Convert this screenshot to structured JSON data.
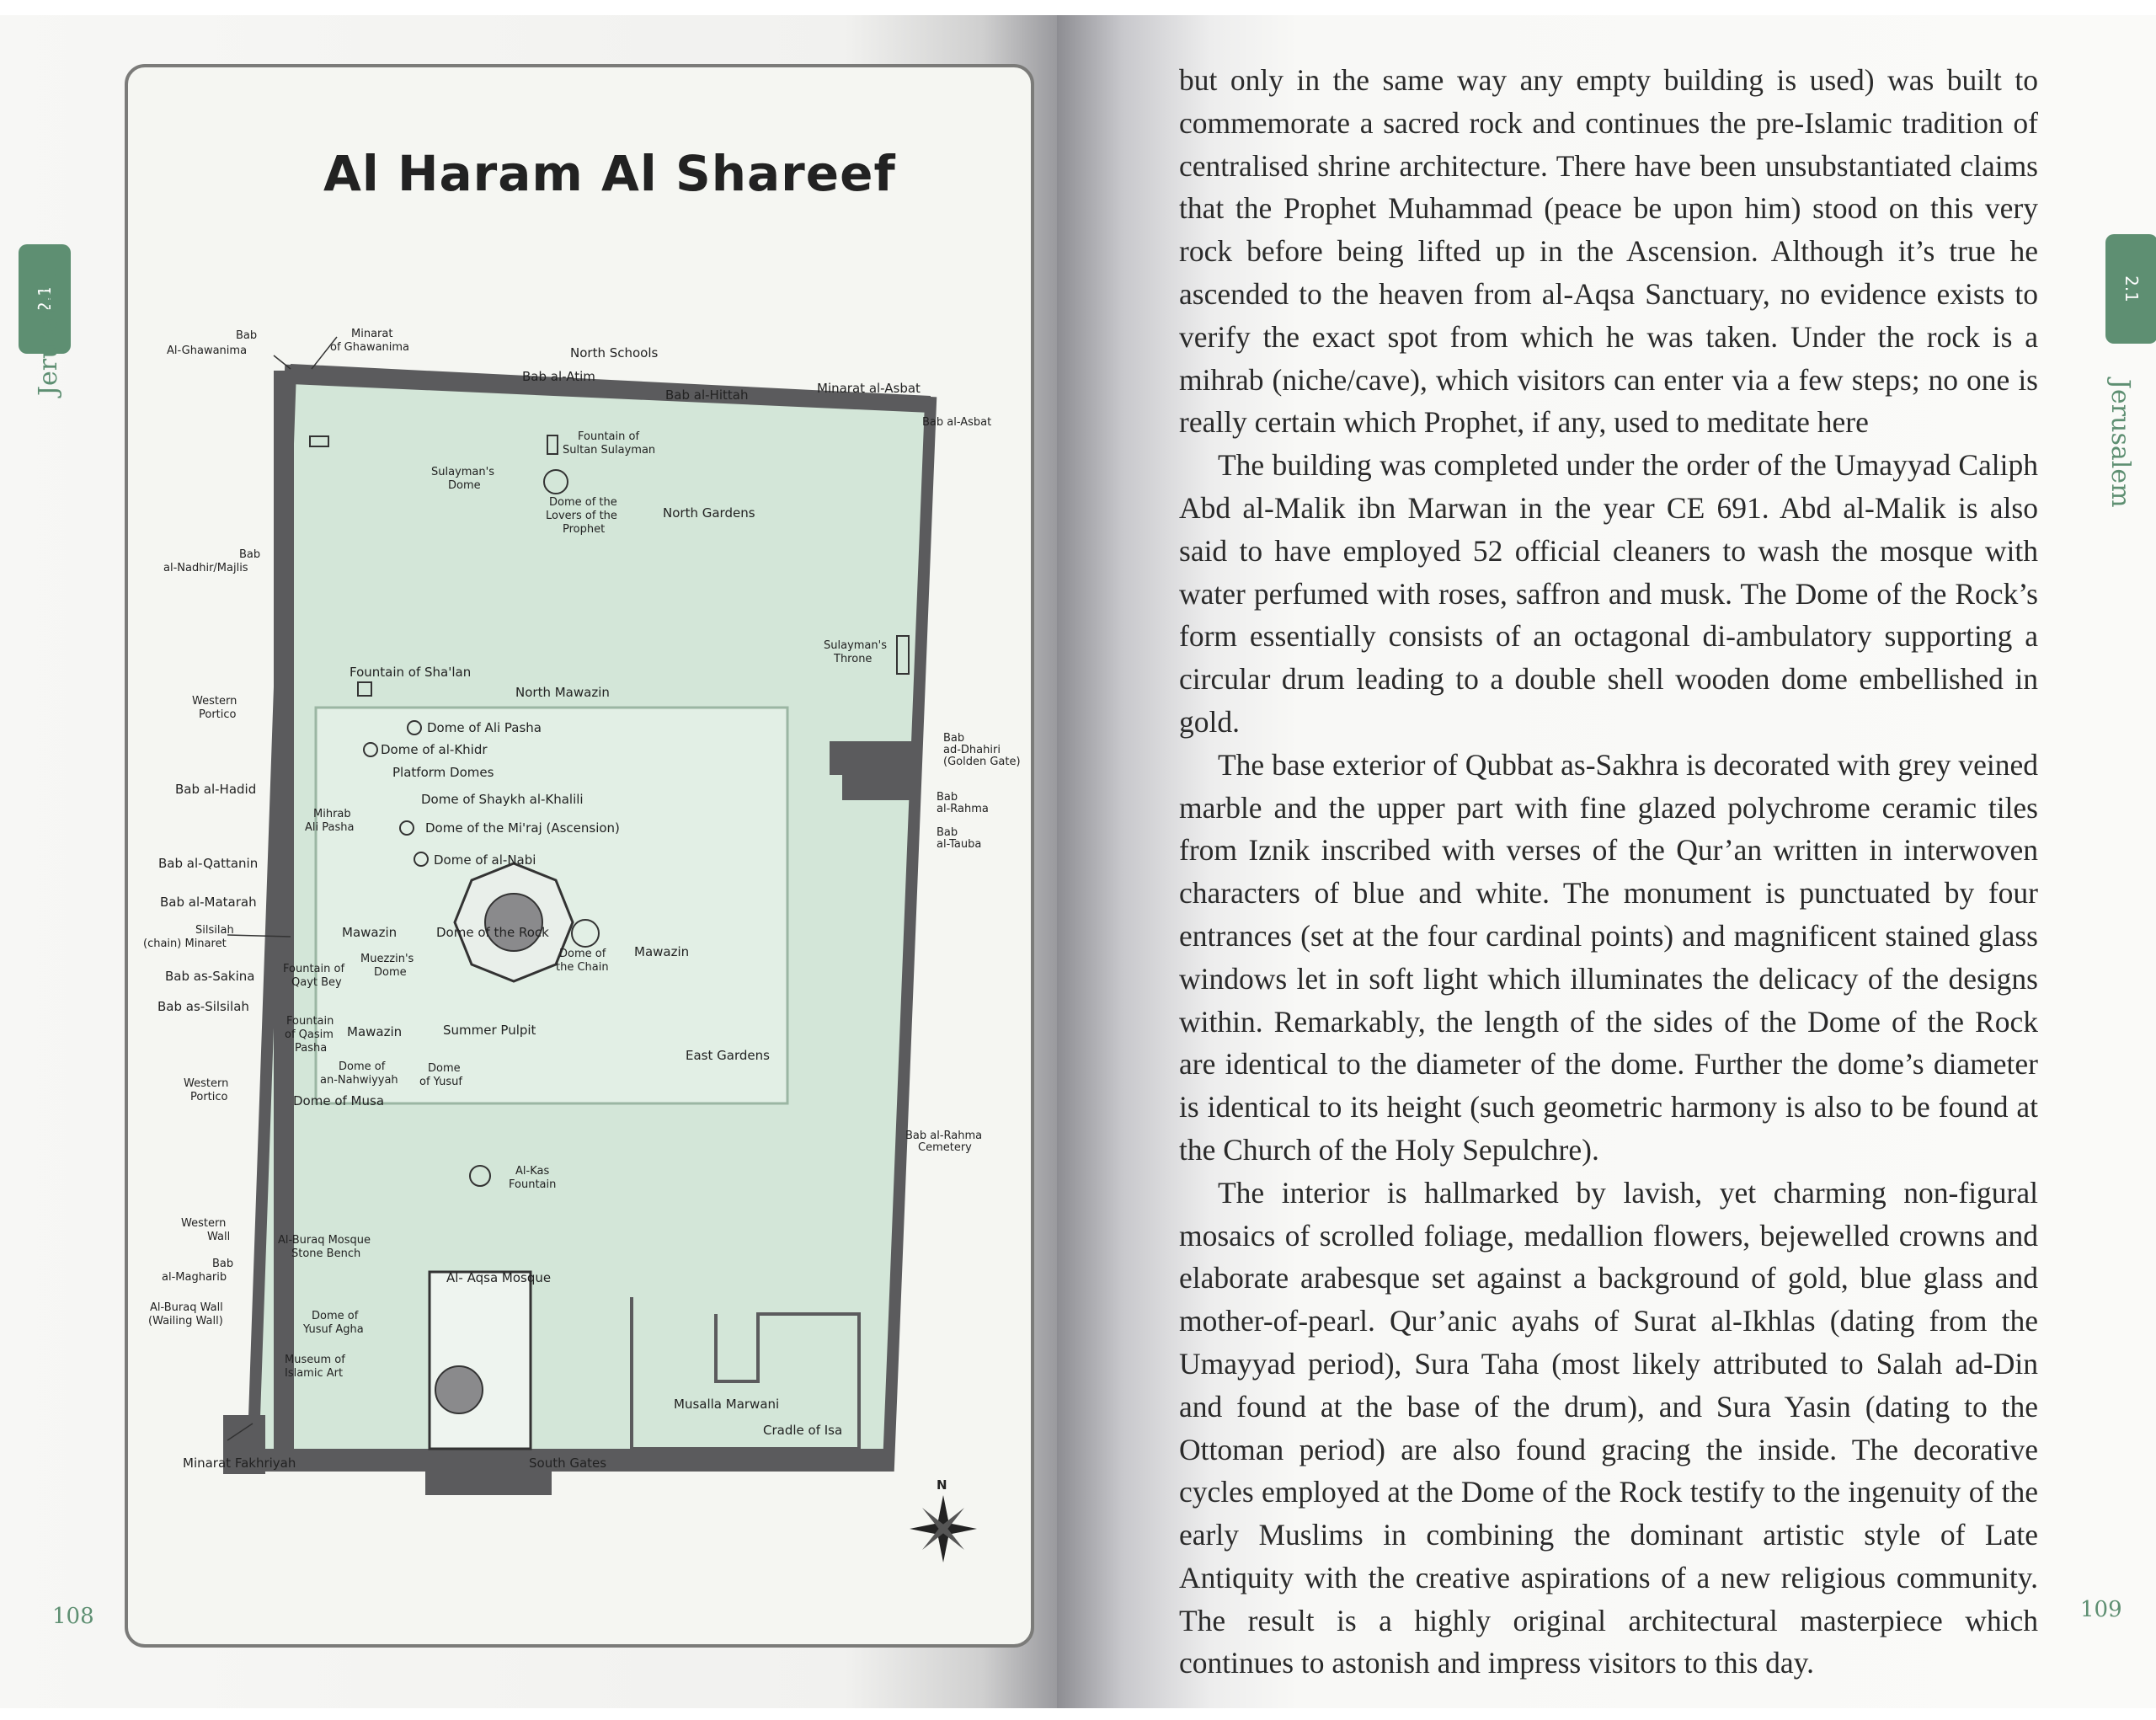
{
  "map": {
    "title": "Al Haram Al Shareef",
    "labels": {
      "bab_al_ghawanima": [
        "Bab",
        "Al-Ghawanima"
      ],
      "minarat_ghawanima": [
        "Minarat",
        "of Ghawanima"
      ],
      "north_schools": "North Schools",
      "bab_al_atim": "Bab al-Atim",
      "bab_al_hittah": "Bab al-Hittah",
      "minarat_al_asbat": "Minarat al-Asbat",
      "bab_al_asbat": "Bab al-Asbat",
      "fountain_sultan": [
        "Fountain of",
        "Sultan Sulayman"
      ],
      "sulaymans_dome": [
        "Sulayman's",
        "Dome"
      ],
      "dome_lovers": [
        "Dome of the",
        "Lovers of the",
        "Prophet"
      ],
      "north_gardens": "North Gardens",
      "bab_al_nadhir": [
        "Bab",
        "al-Nadhir/Majlis"
      ],
      "sulaymans_throne": [
        "Sulayman's",
        "Throne"
      ],
      "fountain_shalan": "Fountain of Sha'lan",
      "north_mawazin": "North Mawazin",
      "western_portico_1": [
        "Western",
        "Portico"
      ],
      "dome_ali_pasha": "Dome of Ali Pasha",
      "dome_al_khidr": "Dome of al-Khidr",
      "bab_ad_dhahiri": [
        "Bab",
        "ad-Dhahiri",
        "(Golden Gate)"
      ],
      "platform_domes": "Platform Domes",
      "bab_al_hadid": "Bab al-Hadid",
      "dome_shaykh_khalili": "Dome of Shaykh al-Khalili",
      "bab_al_rahma": [
        "Bab",
        "al-Rahma"
      ],
      "mihrab_ali_pasha": [
        "Mihrab",
        "Ali Pasha"
      ],
      "dome_miraj": "Dome of the Mi'raj (Ascension)",
      "bab_al_tauba": [
        "Bab",
        "al-Tauba"
      ],
      "bab_al_qattanin": "Bab al-Qattanin",
      "dome_al_nabi": "Dome of al-Nabi",
      "bab_al_matarah": "Bab al-Matarah",
      "silsilah_minaret": [
        "Silsilah",
        "(chain) Minaret"
      ],
      "mawazin_west": "Mawazin",
      "dome_of_the_rock": "Dome of the Rock",
      "dome_of_the_chain": [
        "Dome of",
        "the Chain"
      ],
      "mawazin_east": "Mawazin",
      "bab_as_sakina": "Bab as-Sakina",
      "fountain_qaytbey": [
        "Fountain of",
        "Qayt Bey"
      ],
      "muezzins_dome": [
        "Muezzin's",
        "Dome"
      ],
      "bab_as_silsilah": "Bab as-Silsilah",
      "fountain_qasim_pasha": [
        "Fountain",
        "of Qasim",
        "Pasha"
      ],
      "mawazin_south": "Mawazin",
      "summer_pulpit": "Summer Pulpit",
      "east_gardens": "East Gardens",
      "western_portico_2": [
        "Western",
        "Portico"
      ],
      "dome_nahwiyyah": [
        "Dome of",
        "an-Nahwiyyah"
      ],
      "dome_yusuf": [
        "Dome",
        "of Yusuf"
      ],
      "dome_musa": "Dome of Musa",
      "bab_al_rahma_cemetery": [
        "Bab al-Rahma",
        "Cemetery"
      ],
      "al_kas_fountain": [
        "Al-Kas",
        "Fountain"
      ],
      "western_wall": [
        "Western",
        "Wall"
      ],
      "al_buraq_mosque": [
        "Al-Buraq Mosque",
        "Stone Bench"
      ],
      "bab_al_magharib": [
        "Bab",
        "al-Magharib"
      ],
      "al_aqsa_mosque": "Al- Aqsa Mosque",
      "al_buraq_wall": [
        "Al-Buraq Wall",
        "(Wailing Wall)"
      ],
      "dome_yusuf_agha": [
        "Dome of",
        "Yusuf Agha"
      ],
      "museum_islamic_art": [
        "Museum of",
        "Islamic Art"
      ],
      "musalla_marwani": "Musalla Marwani",
      "cradle_of_isa": "Cradle of Isa",
      "minarat_fakhriyah": "Minarat Fakhriyah",
      "south_gates": "South Gates",
      "north_arrow": "N"
    }
  },
  "left_page": {
    "chapter_tab": "2.1",
    "running_head": "Jerusalem",
    "page_number": "108"
  },
  "right_page": {
    "chapter_tab": "2.1",
    "running_head": "Jerusalem",
    "page_number": "109",
    "paragraphs": [
      "but only in the same way any empty building is used) was built to commemorate a sacred rock and continues the pre-Islamic tradition of centralised shrine architecture. There have been unsubstantiated claims that the Prophet Muhammad (peace be upon him) stood on this very rock before being lifted up in the Ascension. Although it’s true he ascended to the heaven from al-Aqsa Sanctuary, no evidence exists to verify the exact spot from which he was taken. Under the rock is a mihrab (niche/cave), which visitors can enter via a few steps; no one is really certain which Prophet, if any, used to meditate here",
      "The building was completed under the order of the Umayyad Caliph Abd al-Malik ibn Marwan in the year CE 691. Abd al-Malik is also said to have employed 52 official cleaners to wash the mosque with water perfumed with roses, saffron and musk. The Dome of the Rock’s form essentially consists of an octagonal di-ambulatory supporting a circular drum leading to a double shell wooden dome embellished in gold.",
      "The base exterior of Qubbat as-Sakhra is decorated with grey veined marble and the upper part with fine glazed polychrome ceramic tiles from Iznik inscribed with verses of the Qur’an written in interwoven characters of blue and white. The monument is punctuated by four entrances (set at the four cardinal points) and magnificent stained glass windows let in soft light which illuminates the delicacy of the designs within. Remarkably, the length of the sides of the Dome of the Rock are identical to the diameter of the dome. Further the dome’s diameter is identical to its height (such geometric harmony is also to be found at the Church of the Holy Sepulchre).",
      "The interior is hallmarked by lavish, yet charming non-figural mosaics of scrolled foliage, medallion flowers, bejewelled crowns and elaborate arabesque set against a background of gold, blue glass and mother-of-pearl. Qur’anic ayahs of Surat al-Ikhlas (dating from the Umayyad period), Sura Taha (most likely attributed to Salah ad-Din and found at the base of the drum), and Sura Yasin (dating to the Ottoman period) are also found gracing the inside. The decorative cycles employed at the Dome of the Rock testify to the ingenuity of the early Muslims in combining the dominant artistic style of Late Antiquity with the creative aspirations of a new religious community. The result is a highly original architectural masterpiece which continues to astonish and impress visitors to this day."
    ]
  },
  "colors": {
    "accent_green": "#5e8f72",
    "map_fill": "#cfe3d4",
    "wall": "#5b5b5d"
  }
}
